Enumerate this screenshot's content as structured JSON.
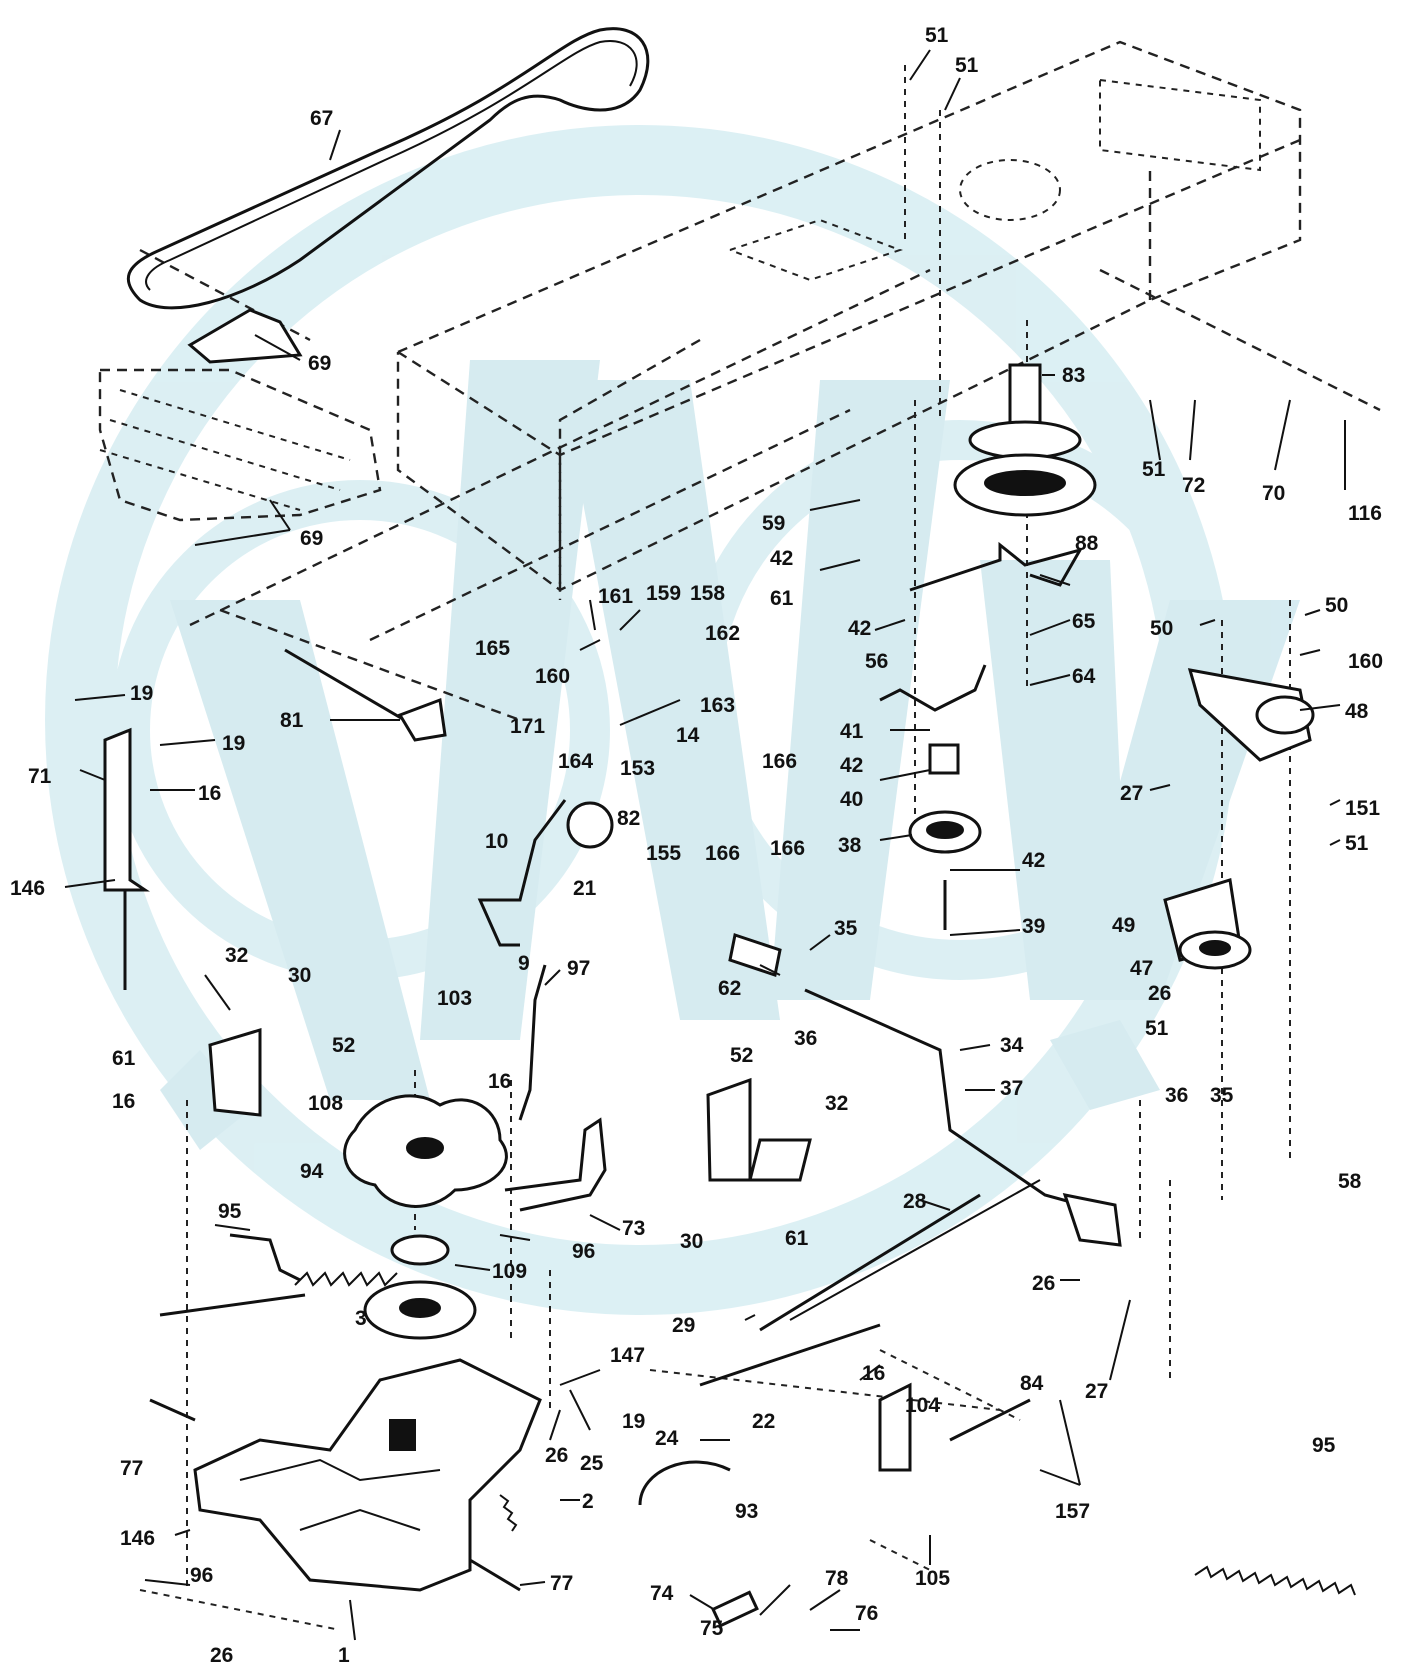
{
  "watermark": {
    "color": "#cfe8ee"
  },
  "colors": {
    "line": "#111111",
    "background": "#ffffff"
  },
  "callouts": [
    "51",
    "51",
    "67",
    "69",
    "69",
    "59",
    "83",
    "51",
    "72",
    "70",
    "116",
    "42",
    "61",
    "88",
    "42",
    "56",
    "65",
    "64",
    "161",
    "159",
    "158",
    "165",
    "160",
    "162",
    "171",
    "81",
    "163",
    "14",
    "164",
    "153",
    "41",
    "42",
    "40",
    "38",
    "42",
    "39",
    "19",
    "19",
    "71",
    "16",
    "146",
    "155",
    "166",
    "82",
    "166",
    "166",
    "10",
    "21",
    "9",
    "50",
    "50",
    "160",
    "48",
    "27",
    "151",
    "51",
    "49",
    "47",
    "26",
    "51",
    "35",
    "32",
    "30",
    "52",
    "61",
    "16",
    "103",
    "108",
    "62",
    "97",
    "36",
    "34",
    "37",
    "16",
    "94",
    "52",
    "32",
    "36",
    "35",
    "95",
    "30",
    "61",
    "73",
    "96",
    "109",
    "28",
    "58",
    "26",
    "3",
    "29",
    "147",
    "27",
    "22",
    "16",
    "84",
    "104",
    "77",
    "19",
    "24",
    "26",
    "25",
    "93",
    "2",
    "157",
    "146",
    "96",
    "77",
    "105",
    "74",
    "75",
    "78",
    "76",
    "1",
    "26",
    "95"
  ]
}
